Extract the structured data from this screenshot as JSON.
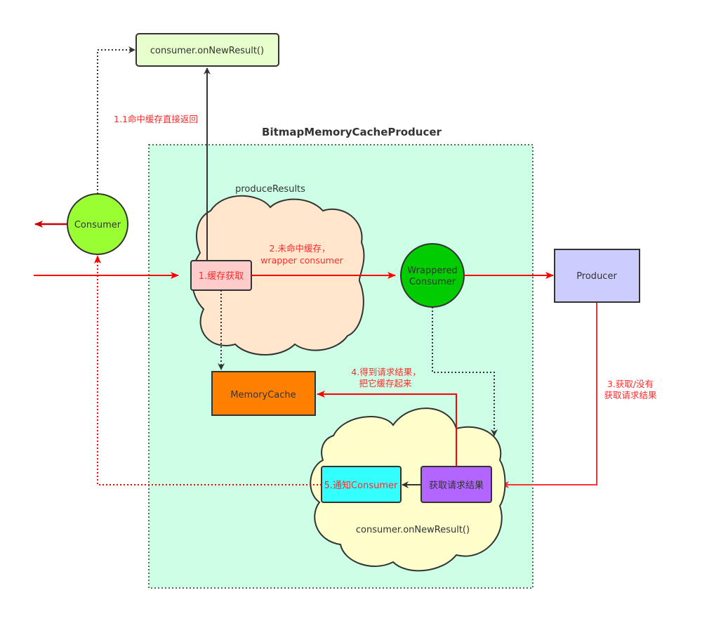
{
  "diagram": {
    "container_title": "BitmapMemoryCacheProducer",
    "nodes": {
      "on_new_result_top": "consumer.onNewResult()",
      "consumer": "Consumer",
      "produce_results_label": "produceResults",
      "cache_fetch": "1.缓存获取",
      "wrappered_consumer_line1": "Wrappered",
      "wrappered_consumer_line2": "Consumer",
      "producer": "Producer",
      "memory_cache": "MemoryCache",
      "get_request_result": "获取请求结果",
      "notify_consumer": "5.通知Consumer",
      "on_new_result_bottom": "consumer.onNewResult()"
    },
    "edge_labels": {
      "hit_cache_return": "1.1命中缓存直接返回",
      "miss_cache_line1": "2.未命中缓存，",
      "miss_cache_line2": "wrapper consumer",
      "get_result_line1": "3.获取/没有",
      "get_result_line2": "获取请求结果",
      "cache_result_line1": "4.得到请求结果，",
      "cache_result_line2": "把它缓存起来"
    },
    "colors": {
      "container_bg": "#ccffe6",
      "top_box": "#e6ffcc",
      "consumer": "#99ff33",
      "cloud_top": "#ffe6cc",
      "cache_fetch": "#ffcccc",
      "wrappered": "#00cc00",
      "producer": "#ccccff",
      "memory_cache": "#ff8000",
      "cloud_bottom": "#ffffcc",
      "get_result": "#b266ff",
      "notify": "#33ffff",
      "edge_red": "#ff0000"
    }
  }
}
